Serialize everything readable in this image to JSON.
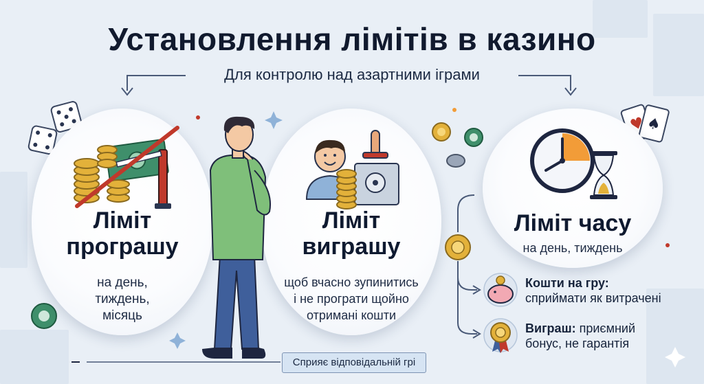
{
  "header": {
    "title": "Установлення лімітів в казино",
    "subtitle": "Для контролю над азартними іграми"
  },
  "cards": [
    {
      "title_line1": "Ліміт",
      "title_line2": "програшу",
      "sub": [
        "на день,",
        "тиждень,",
        "місяць"
      ]
    },
    {
      "title_line1": "Ліміт",
      "title_line2": "виграшу",
      "sub": [
        "щоб вчасно зупинитись",
        "і не програти щойно",
        "отримані кошти"
      ]
    },
    {
      "title_line1": "Ліміт часу",
      "sub": [
        "на день, тиждень"
      ]
    }
  ],
  "tips": [
    {
      "label": "Кошти на гру:",
      "text": "сприймати як витрачені"
    },
    {
      "label": "Виграш:",
      "text_line1": "приємний",
      "text_line2": "бонус, не гарантія"
    }
  ],
  "footer": {
    "badge": "Сприяє відповідальній грі"
  },
  "colors": {
    "background": "#e9eff6",
    "title": "#111a2e",
    "gold": "#e3b13a",
    "green_chip": "#3f8f6b",
    "shirt": "#7fbf7a",
    "jeans": "#3f5f9b",
    "strike_red": "#c0392b",
    "clock_orange": "#f29c38"
  }
}
